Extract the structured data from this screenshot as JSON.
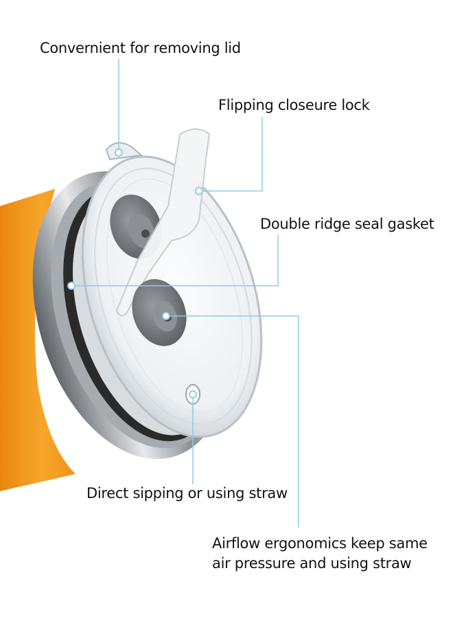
{
  "labels": {
    "removing_lid": "Convernient for removing lid",
    "closure_lock": "Flipping closeure lock",
    "seal_gasket": "Double ridge seal gasket",
    "sipping": "Direct sipping or using straw",
    "airflow_line1": "Airflow ergonomics keep same",
    "airflow_line2": "air pressure and using straw"
  },
  "colors": {
    "tumbler_body": "#f39a1e",
    "steel_band": "#8d9196",
    "gasket": "#2b2b2b",
    "lid_clear": "#eef3f6",
    "plug_gray": "#7b7f83",
    "flip_tab": "#f2f3f4",
    "callout_line": "#8ecbe3",
    "text": "#111111"
  }
}
